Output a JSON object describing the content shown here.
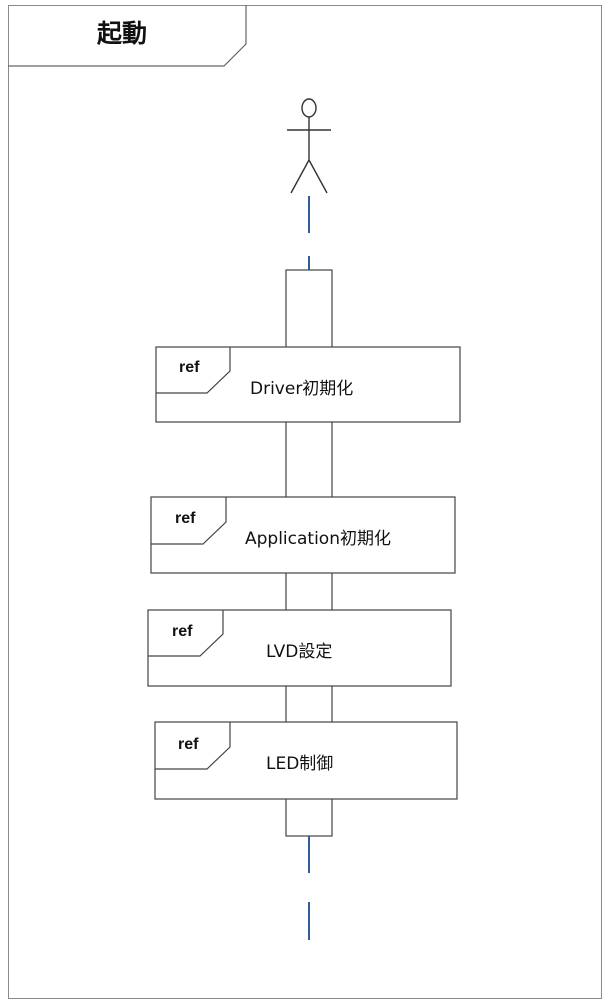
{
  "frame": {
    "title": "起動"
  },
  "actor": {
    "icon": "stick-figure-actor-icon"
  },
  "fragments": [
    {
      "tag": "ref",
      "text": "Driver初期化"
    },
    {
      "tag": "ref",
      "text": "Application初期化"
    },
    {
      "tag": "ref",
      "text": "LVD設定"
    },
    {
      "tag": "ref",
      "text": "LED制御"
    }
  ],
  "colors": {
    "lifeline": "#2e5f99",
    "border": "#555555",
    "fragment_border": "#444444"
  }
}
